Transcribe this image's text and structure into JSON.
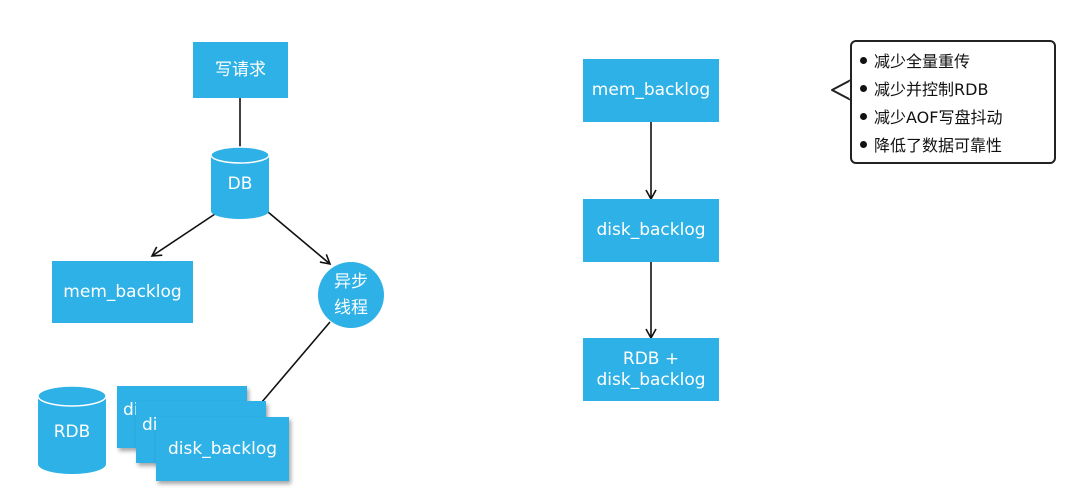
{
  "left": {
    "write_request": "写请求",
    "db": "DB",
    "mem_backlog": "mem_backlog",
    "async_thread_line1": "异步",
    "async_thread_line2": "线程",
    "rdb": "RDB",
    "disk_backlog_back1": "di",
    "disk_backlog_back2": "di",
    "disk_backlog_front": "disk_backlog"
  },
  "middle": {
    "mem_backlog": "mem_backlog",
    "disk_backlog": "disk_backlog",
    "rdb_line1": "RDB +",
    "rdb_line2": "disk_backlog"
  },
  "callout": {
    "items": [
      "减少全量重传",
      "减少并控制RDB",
      "减少AOF写盘抖动",
      "降低了数据可靠性"
    ]
  },
  "colors": {
    "box": "#2eb1e6",
    "line": "#111111"
  }
}
